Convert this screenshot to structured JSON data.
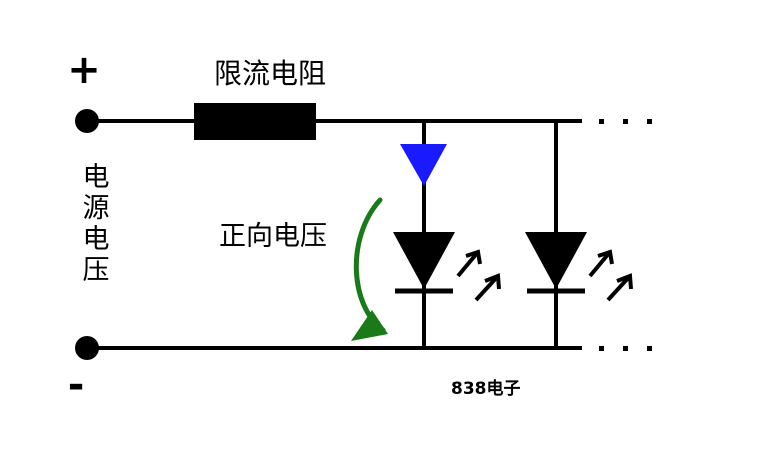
{
  "labels": {
    "plus": "+",
    "minus": "-",
    "resistor": "限流电阻",
    "forward_voltage": "正向电压",
    "source_voltage": "电源电压",
    "watermark": "838电子"
  },
  "colors": {
    "wire": "#000000",
    "current_arrow": "#1a1aff",
    "voltage_arrow": "#1a7a1a",
    "background": "#ffffff"
  },
  "icons": {
    "current_arrow": "down-arrow-icon",
    "voltage_arrow": "curved-arrow-icon",
    "light": "light-ray-icon"
  }
}
